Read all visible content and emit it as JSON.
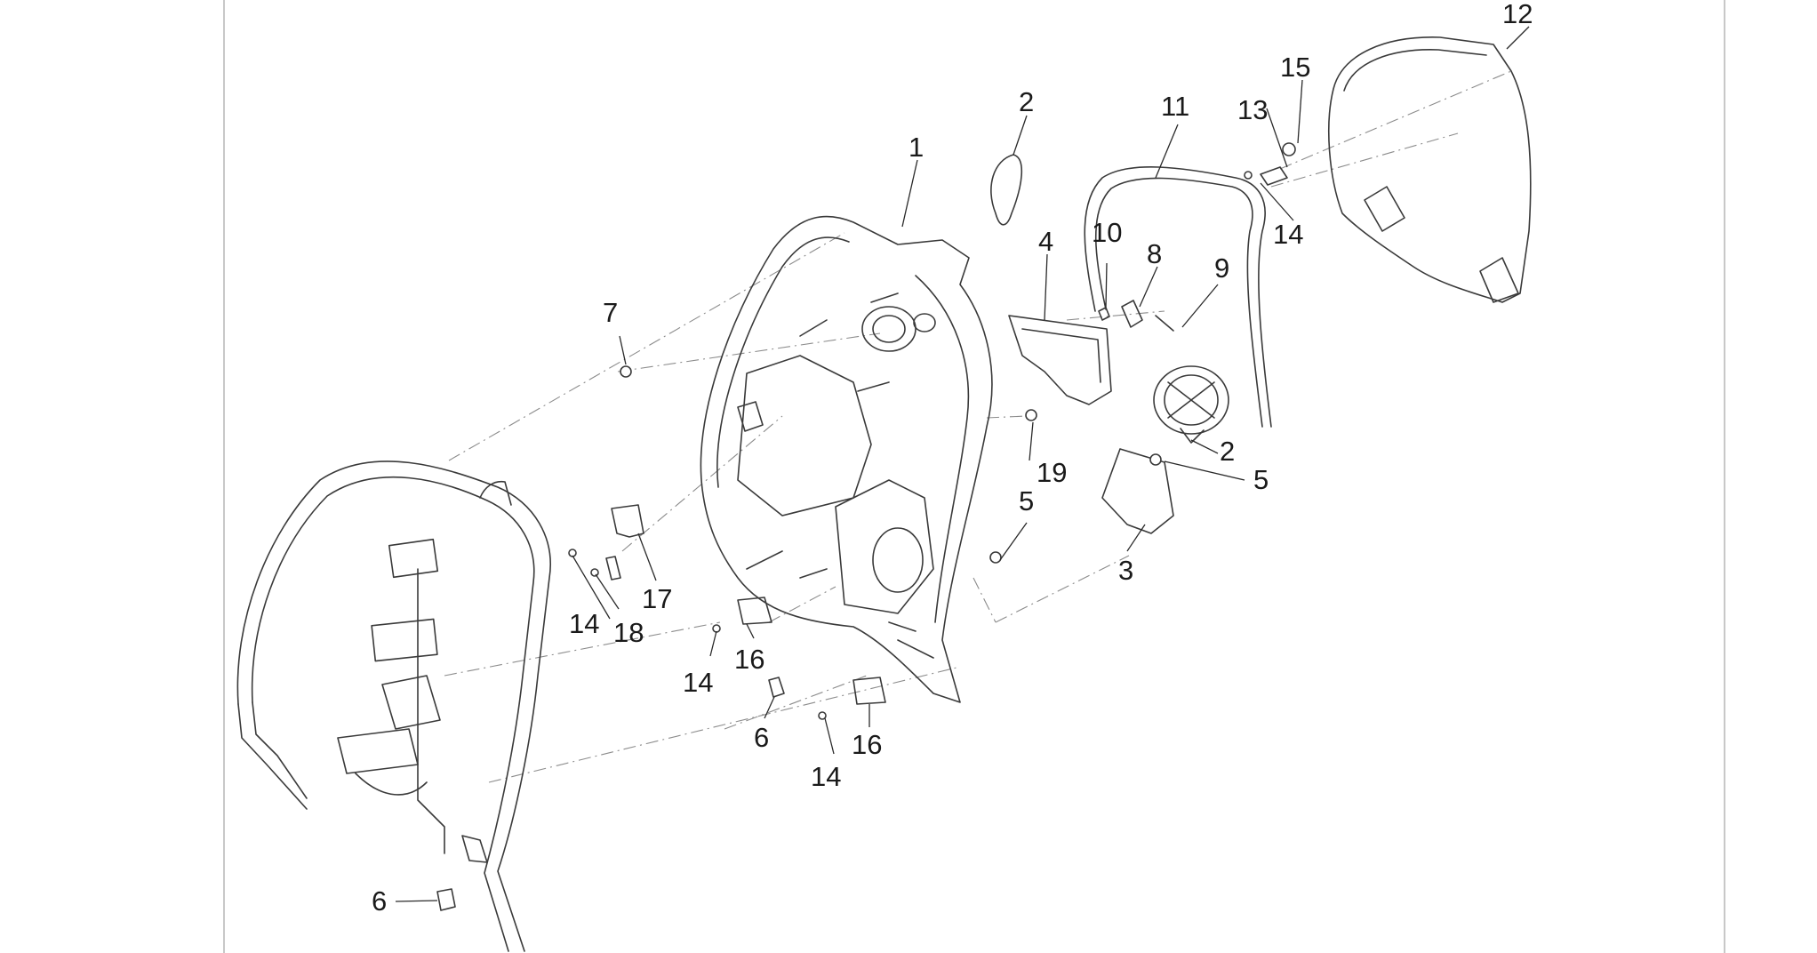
{
  "diagram": {
    "colors": {
      "line": "#3a3a3a",
      "leader": "#2a2a2a",
      "dash": "#8c8c8c",
      "label": "#1a1a1a"
    },
    "callouts": [
      {
        "id": "c1",
        "text": "1"
      },
      {
        "id": "c2a",
        "text": "2"
      },
      {
        "id": "c2b",
        "text": "2"
      },
      {
        "id": "c3",
        "text": "3"
      },
      {
        "id": "c4",
        "text": "4"
      },
      {
        "id": "c5a",
        "text": "5"
      },
      {
        "id": "c5b",
        "text": "5"
      },
      {
        "id": "c6a",
        "text": "6"
      },
      {
        "id": "c6b",
        "text": "6"
      },
      {
        "id": "c7",
        "text": "7"
      },
      {
        "id": "c8",
        "text": "8"
      },
      {
        "id": "c9",
        "text": "9"
      },
      {
        "id": "c10",
        "text": "10"
      },
      {
        "id": "c11",
        "text": "11"
      },
      {
        "id": "c12",
        "text": "12"
      },
      {
        "id": "c13",
        "text": "13"
      },
      {
        "id": "c14a",
        "text": "14"
      },
      {
        "id": "c14b",
        "text": "14"
      },
      {
        "id": "c14c",
        "text": "14"
      },
      {
        "id": "c14d",
        "text": "14"
      },
      {
        "id": "c15",
        "text": "15"
      },
      {
        "id": "c16a",
        "text": "16"
      },
      {
        "id": "c16b",
        "text": "16"
      },
      {
        "id": "c17",
        "text": "17"
      },
      {
        "id": "c18",
        "text": "18"
      },
      {
        "id": "c19",
        "text": "19"
      }
    ]
  }
}
